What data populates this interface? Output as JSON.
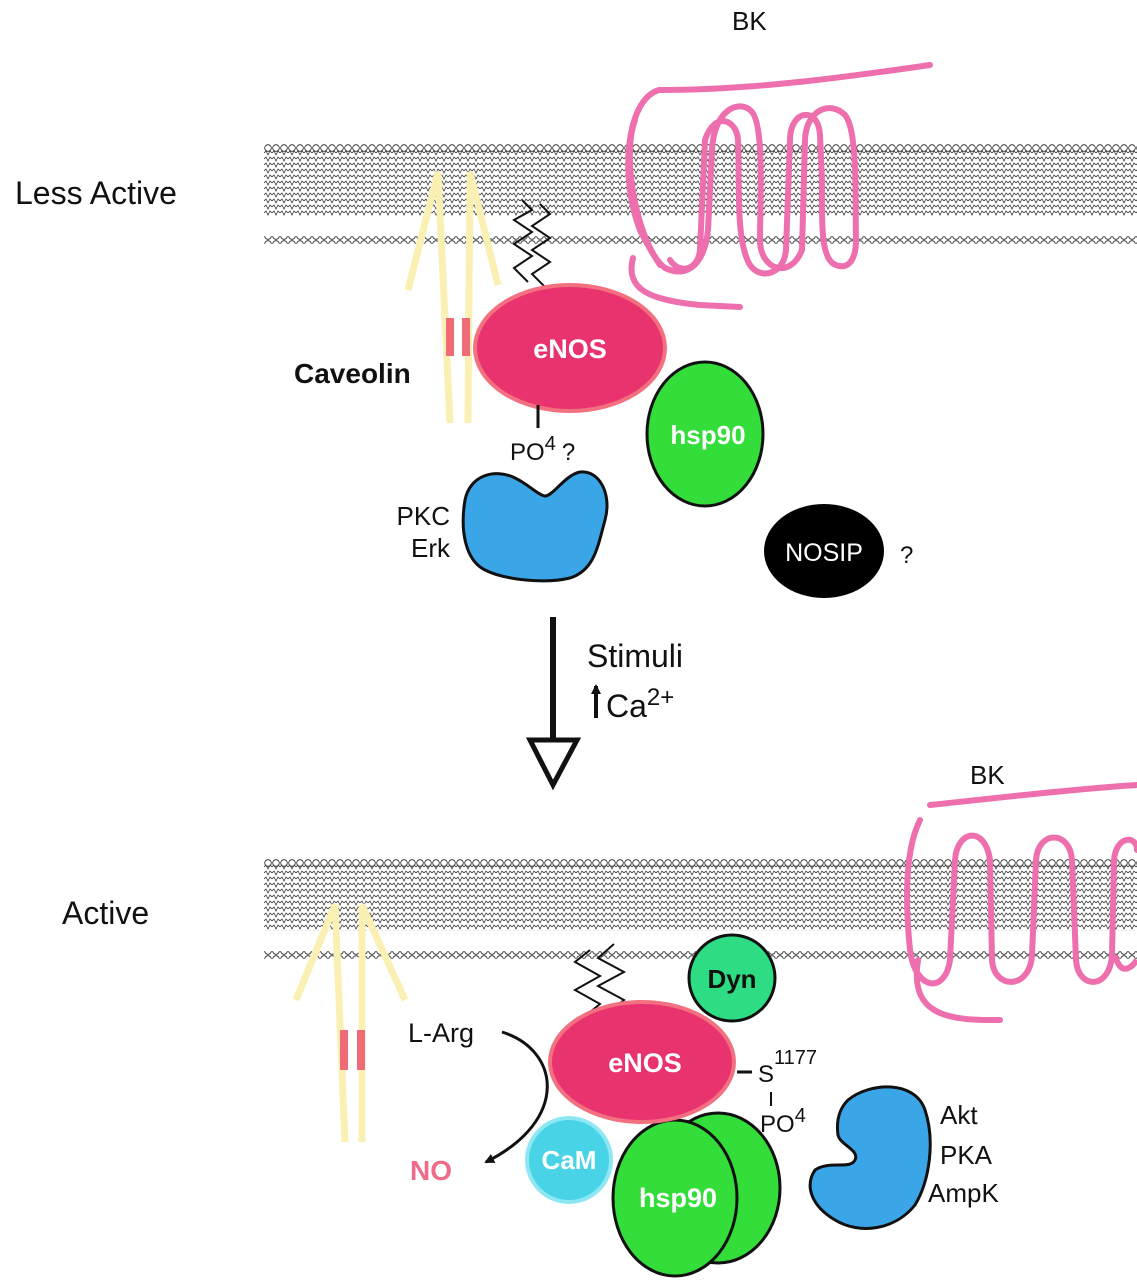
{
  "top": {
    "state_label": "Less Active",
    "receptor_label": "BK",
    "caveolin_label": "Caveolin",
    "enos_label": "eNOS",
    "phospho_label": "PO",
    "phospho_sup": "4",
    "phospho_question": "?",
    "kinase_line1": "PKC",
    "kinase_line2": "Erk",
    "hsp90_label": "hsp90",
    "nosip_label": "NOSIP",
    "nosip_question": "?"
  },
  "transition": {
    "stimuli_label": "Stimuli",
    "calcium_label": "Ca",
    "calcium_sup": "2+"
  },
  "bottom": {
    "state_label": "Active",
    "receptor_label": "BK",
    "enos_label": "eNOS",
    "dyn_label": "Dyn",
    "larg_label": "L-Arg",
    "no_label": "NO",
    "cam_label": "CaM",
    "hsp90_label": "hsp90",
    "serine_label": "S",
    "serine_sup": "1177",
    "phospho_label": "PO",
    "phospho_sup": "4",
    "kinase_line1": "Akt",
    "kinase_line2": "PKA",
    "kinase_line3": "AmpK"
  },
  "colors": {
    "enos": "#e8336e",
    "enos_stroke": "#f2707f",
    "hsp90": "#33dd3a",
    "kinase": "#3aa6e8",
    "cam": "#48d3e6",
    "cam_stroke": "#8ee8f4",
    "dyn": "#2edc84",
    "nosip": "#000000",
    "receptor": "#ee6fae",
    "caveolin": "#fbf0b4",
    "caveolin_band": "#ef6b78",
    "no_text": "#ef6b8a"
  }
}
